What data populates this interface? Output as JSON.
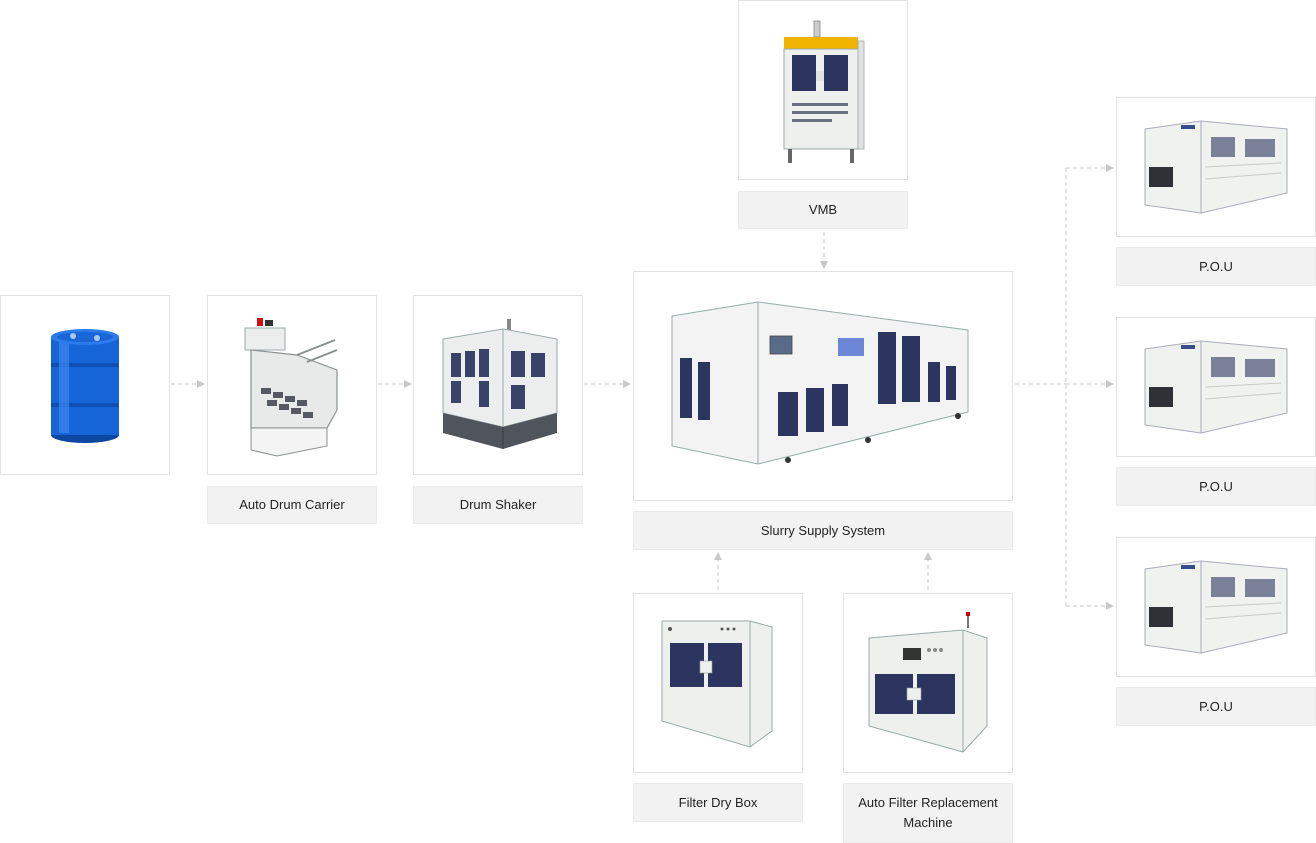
{
  "colors": {
    "border": "#e2e2e2",
    "label_bg": "#f2f2f2",
    "connector": "#c8c8c8",
    "drum_blue": "#1565d8",
    "machine_white": "#eef0ee",
    "window_navy": "#2c3560",
    "panel_yellow": "#f0b400",
    "base_dark": "#4e525a"
  },
  "nodes": {
    "drum": {
      "icon": "blue-drum-icon",
      "label": ""
    },
    "auto_drum_carrier": {
      "icon": "drum-carrier-machine-icon",
      "label": "Auto Drum Carrier"
    },
    "drum_shaker": {
      "icon": "drum-shaker-machine-icon",
      "label": "Drum Shaker"
    },
    "vmb": {
      "icon": "vmb-cabinet-icon",
      "label": "VMB"
    },
    "slurry_supply_system": {
      "icon": "slurry-supply-machine-icon",
      "label": "Slurry Supply System"
    },
    "filter_dry_box": {
      "icon": "filter-dry-box-icon",
      "label": "Filter Dry Box"
    },
    "auto_filter_replacement": {
      "icon": "filter-replacement-machine-icon",
      "label": "Auto Filter Replacement Machine"
    },
    "pou_1": {
      "icon": "pou-machine-icon",
      "label": "P.O.U"
    },
    "pou_2": {
      "icon": "pou-machine-icon",
      "label": "P.O.U"
    },
    "pou_3": {
      "icon": "pou-machine-icon",
      "label": "P.O.U"
    }
  }
}
